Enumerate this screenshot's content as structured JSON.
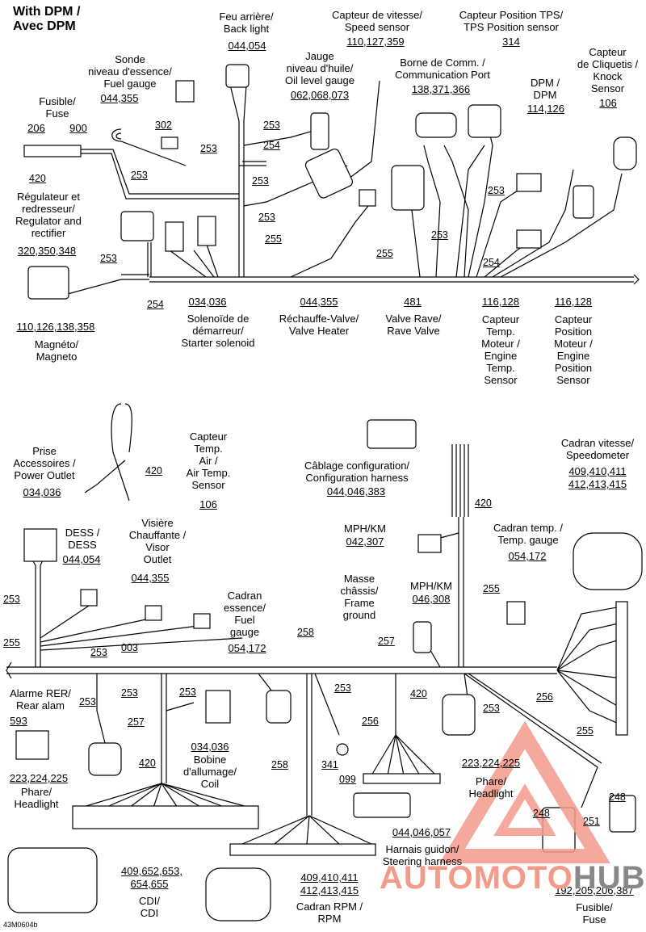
{
  "title": [
    "With DPM /",
    "Avec DPM"
  ],
  "ref": "43M0604b",
  "watermark": {
    "part1": "AUTOMOTO",
    "part2": "HUB",
    "color1": "#f39b8b",
    "color2": "#888888"
  },
  "labels": {
    "feu": [
      "Feu arrière/",
      "Back light"
    ],
    "feu_code": "044,054",
    "vitesse": [
      "Capteur de vitesse/",
      "Speed sensor"
    ],
    "vitesse_code": "110,127,359",
    "tps": [
      "Capteur Position TPS/",
      "TPS Position sensor"
    ],
    "tps_code": "314",
    "sonde": [
      "Sonde",
      "niveau d'essence/",
      "Fuel gauge"
    ],
    "sonde_code": "044,355",
    "jauge": [
      "Jauge",
      "niveau d'huile/",
      "Oil level gauge"
    ],
    "jauge_code": "062,068,073",
    "borne": [
      "Borne de Comm. /",
      "Communication Port"
    ],
    "borne_code": "138,371,366",
    "dpm": [
      "DPM /",
      "DPM"
    ],
    "dpm_code": "114,126",
    "knock": [
      "Capteur",
      "de Cliquetis /",
      "Knock",
      "Sensor"
    ],
    "knock_code": "106",
    "fusible": [
      "Fusible/",
      "Fuse"
    ],
    "fusible_c1": "206",
    "fusible_c2": "900",
    "regulateur": [
      "Régulateur et",
      "redresseur/",
      "Regulator and",
      "rectifier"
    ],
    "regulateur_code": "320,350,348",
    "magneto_code": "110,126,138,358",
    "magneto": [
      "Magnéto/",
      "Magneto"
    ],
    "solenoide_code": "034,036",
    "solenoide": [
      "Solenoïde de",
      "démarreur/",
      "Starter solenoid"
    ],
    "rechauffe_code": "044,355",
    "rechauffe": [
      "Réchauffe-Valve/",
      "Valve Heater"
    ],
    "rave_code": "481",
    "rave": [
      "Valve Rave/",
      "Rave Valve"
    ],
    "enginetemp_code": "116,128",
    "enginetemp": [
      "Capteur",
      "Temp.",
      "Moteur /",
      "Engine",
      "Temp.",
      "Sensor"
    ],
    "enginepos_code": "116,128",
    "enginepos": [
      "Capteur",
      "Position",
      "Moteur /",
      "Engine",
      "Position",
      "Sensor"
    ],
    "prise": [
      "Prise",
      "Accessoires /",
      "Power Outlet"
    ],
    "prise_code": "034,036",
    "airtemp": [
      "Capteur",
      "Temp.",
      "Air /",
      "Air Temp.",
      "Sensor"
    ],
    "airtemp_code": "106",
    "cablage": [
      "Câblage configuration/",
      "Configuration harness"
    ],
    "cablage_code": "044,046,383",
    "speedo": [
      "Cadran vitesse/",
      "Speedometer"
    ],
    "speedo_code1": "409,410,411",
    "speedo_code2": "412,413,415",
    "dess": [
      "DESS /",
      "DESS"
    ],
    "dess_code": "044,054",
    "visiere": [
      "Visière",
      "Chauffante /",
      "Visor",
      "Outlet"
    ],
    "visiere_code": "044,355",
    "mph1": "MPH/KM",
    "mph1_code": "042,307",
    "tempgauge": [
      "Cadran temp. /",
      "Temp. gauge"
    ],
    "tempgauge_code": "054,172",
    "masse": [
      "Masse",
      "châssis/",
      "Frame",
      "ground"
    ],
    "mph2": "MPH/KM",
    "mph2_code": "046,308",
    "fuelgauge": [
      "Cadran",
      "essence/",
      "Fuel",
      "gauge"
    ],
    "fuelgauge_code": "054,172",
    "alarme": [
      "Alarme RER/",
      "Rear alam"
    ],
    "alarme_code": "593",
    "phare1_code": "223,224,225",
    "phare1": [
      "Phare/",
      "Headlight"
    ],
    "bobine_code": "034,036",
    "bobine": [
      "Bobine",
      "d'allumage/",
      "Coil"
    ],
    "cdi_code1": "409,652,653,",
    "cdi_code2": "654,655",
    "cdi": [
      "CDI/",
      "CDI"
    ],
    "rpm_code1": "409,410,411",
    "rpm_code2": "412,413,415",
    "rpm": [
      "Cadran RPM /",
      "RPM"
    ],
    "harnais_code": "044,046,057",
    "harnais": [
      "Harnais guidon/",
      "Steering harness"
    ],
    "phare2_code": "223,224,225",
    "phare2": [
      "Phare/",
      "Headlight"
    ],
    "fuse2_code": "192,205,206,387",
    "fuse2": [
      "Fusible/",
      "Fuse"
    ]
  },
  "wire_numbers": {
    "n302": "302",
    "n420a": "420",
    "n253a": "253",
    "n253b": "253",
    "n254a": "254",
    "n253c": "253",
    "n253d": "253",
    "n253e": "253",
    "n255a": "255",
    "n253f": "253",
    "n254b": "254",
    "n255b": "255",
    "n253g": "253",
    "n253h": "253",
    "n254c": "254",
    "n420b": "420",
    "n420c": "420",
    "n253i": "253",
    "n255c": "255",
    "n253j": "253",
    "n003": "003",
    "n258a": "258",
    "n257a": "257",
    "n255d": "255",
    "n253k": "253",
    "n257b": "257",
    "n253l": "253",
    "n420d": "420",
    "n253m": "253",
    "n256a": "256",
    "n420e": "420",
    "n256b": "256",
    "n253n": "253",
    "n255e": "255",
    "n258b": "258",
    "n341": "341",
    "n099": "099",
    "n248a": "248",
    "n248b": "248",
    "n251": "251"
  }
}
